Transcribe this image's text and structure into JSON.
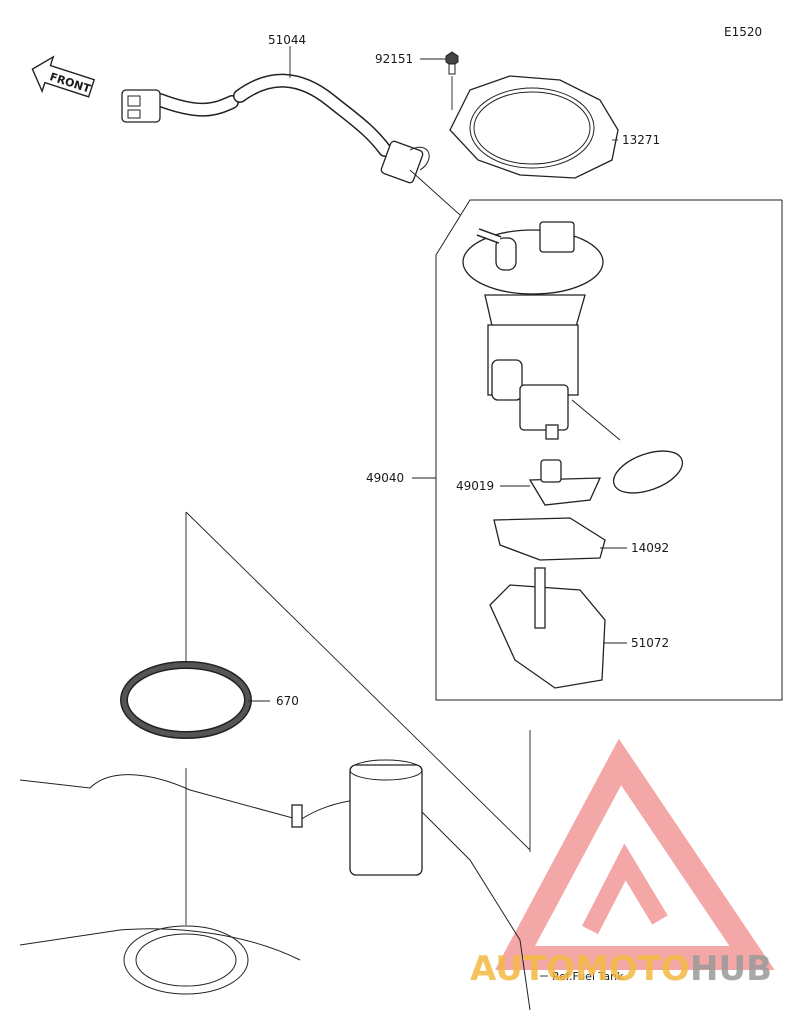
{
  "diagram_code": "E1520",
  "front_label": "FRONT",
  "reference_note": "Ref.Fuel Tank",
  "watermark": {
    "part1": "AUTOMOTO",
    "part2": "HUB",
    "color_primary": "#f4b942",
    "color_secondary": "#9a9a9a",
    "logo_color": "#f08a8a"
  },
  "parts": [
    {
      "number": "51044"
    },
    {
      "number": "92151"
    },
    {
      "number": "13271"
    },
    {
      "number": "49040"
    },
    {
      "number": "49019"
    },
    {
      "number": "14092"
    },
    {
      "number": "51072"
    },
    {
      "number": "670"
    }
  ]
}
